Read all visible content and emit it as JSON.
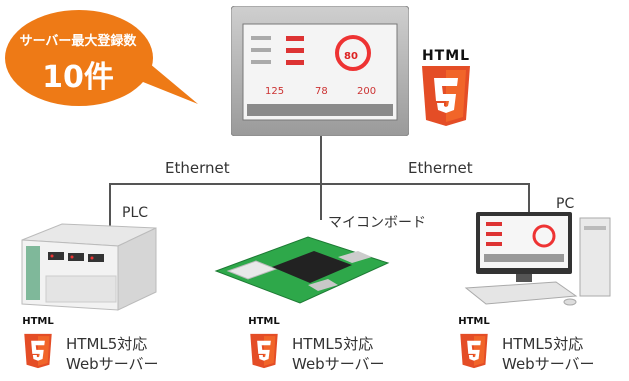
{
  "badge": {
    "line1": "サーバー最大登録数",
    "line2": "10件"
  },
  "hmi": {
    "values": [
      "125",
      "78",
      "200"
    ],
    "gauge": "80"
  },
  "html_logo": "HTML",
  "network": {
    "left": "Ethernet",
    "right": "Ethernet"
  },
  "devices": {
    "plc": "PLC",
    "micro": "マイコンボード",
    "pc": "PC"
  },
  "support": [
    {
      "logo": "HTML",
      "line1": "HTML5対応",
      "line2": "Webサーバー"
    },
    {
      "logo": "HTML",
      "line1": "HTML5対応",
      "line2": "Webサーバー"
    },
    {
      "logo": "HTML",
      "line1": "HTML5対応",
      "line2": "Webサーバー"
    }
  ],
  "colors": {
    "badge": "#ee7a16",
    "html5": "#e44d26",
    "board": "#2ea84a",
    "line": "#555555"
  }
}
